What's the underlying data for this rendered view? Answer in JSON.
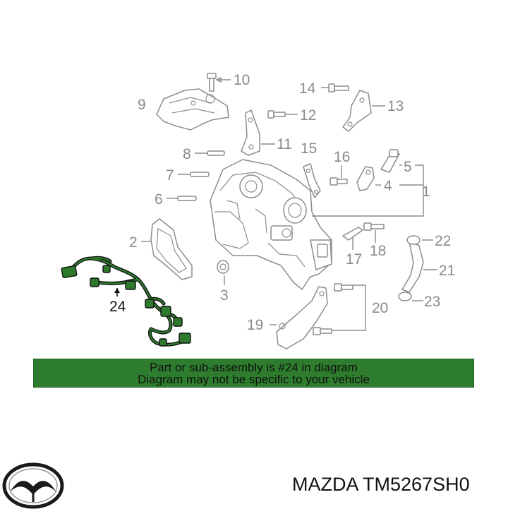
{
  "diagram": {
    "callouts": [
      "1",
      "2",
      "3",
      "4",
      "5",
      "6",
      "7",
      "8",
      "9",
      "10",
      "11",
      "12",
      "13",
      "14",
      "15",
      "16",
      "17",
      "18",
      "19",
      "20",
      "21",
      "22",
      "23",
      "24"
    ],
    "highlighted_part": "24",
    "colors": {
      "linework": "#8c8c8c",
      "highlight_fill": "#2d7a2d",
      "highlight_outline": "#111111"
    }
  },
  "banner": {
    "line1": "Part or sub-assembly is #24 in diagram",
    "line2": "Diagram may not be specific to your vehicle",
    "background": "#2e7d2e"
  },
  "footer": {
    "logo_icon": "mazda-logo-icon",
    "part_number": "MAZDA TM5267SH0"
  }
}
